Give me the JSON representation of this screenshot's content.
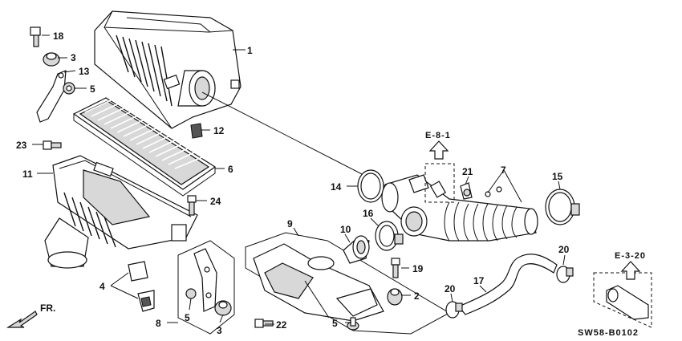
{
  "callouts": [
    {
      "id": "c1",
      "text": "1"
    },
    {
      "id": "c18",
      "text": "18"
    },
    {
      "id": "c3a",
      "text": "3"
    },
    {
      "id": "c13",
      "text": "13"
    },
    {
      "id": "c5a",
      "text": "5"
    },
    {
      "id": "c12",
      "text": "12"
    },
    {
      "id": "c23",
      "text": "23"
    },
    {
      "id": "c11",
      "text": "11"
    },
    {
      "id": "c6",
      "text": "6"
    },
    {
      "id": "c24",
      "text": "24"
    },
    {
      "id": "c14",
      "text": "14"
    },
    {
      "id": "c21",
      "text": "21"
    },
    {
      "id": "c7",
      "text": "7"
    },
    {
      "id": "c15",
      "text": "15"
    },
    {
      "id": "c9",
      "text": "9"
    },
    {
      "id": "c10",
      "text": "10"
    },
    {
      "id": "c16",
      "text": "16"
    },
    {
      "id": "c19",
      "text": "19"
    },
    {
      "id": "c2",
      "text": "2"
    },
    {
      "id": "c20a",
      "text": "20"
    },
    {
      "id": "c20b",
      "text": "20"
    },
    {
      "id": "c17",
      "text": "17"
    },
    {
      "id": "c4",
      "text": "4"
    },
    {
      "id": "c8",
      "text": "8"
    },
    {
      "id": "c5b",
      "text": "5"
    },
    {
      "id": "c3b",
      "text": "3"
    },
    {
      "id": "c5c",
      "text": "5"
    },
    {
      "id": "c22",
      "text": "22"
    }
  ],
  "refs": {
    "e81": "E-8-1",
    "e320": "E-3-20"
  },
  "front_label": "FR.",
  "drawing_code": "SW58-B0102"
}
